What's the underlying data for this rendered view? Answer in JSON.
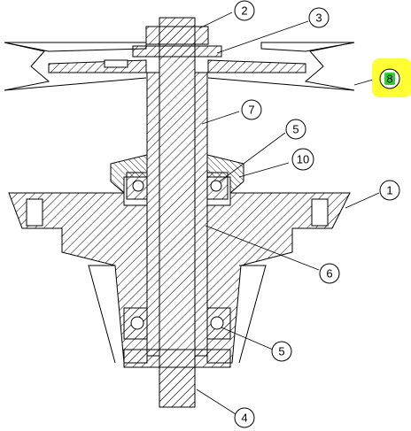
{
  "callouts": [
    {
      "id": "c1",
      "label": "1"
    },
    {
      "id": "c2",
      "label": "2"
    },
    {
      "id": "c3",
      "label": "3"
    },
    {
      "id": "c4",
      "label": "4"
    },
    {
      "id": "c5a",
      "label": "5"
    },
    {
      "id": "c5b",
      "label": "5"
    },
    {
      "id": "c6",
      "label": "6"
    },
    {
      "id": "c7",
      "label": "7"
    },
    {
      "id": "c8",
      "label": "8"
    },
    {
      "id": "c10",
      "label": "10"
    }
  ],
  "colors": {
    "line": "#000000",
    "highlight": "#ffff33",
    "highlight_badge": "#33cc33"
  }
}
